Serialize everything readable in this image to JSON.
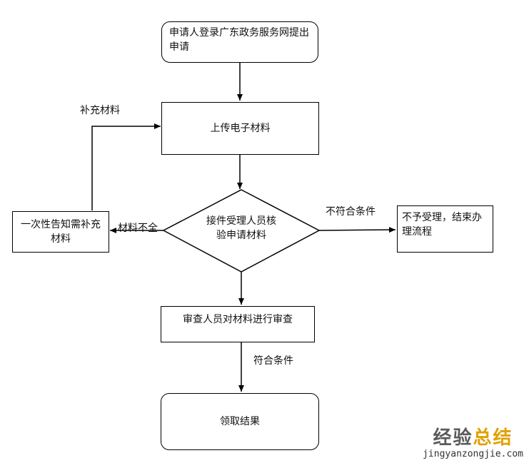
{
  "nodes": {
    "start": "申请人登录广东政务服务网提出申请",
    "upload": "上传电子材料",
    "decision": "接件受理人员核验申请材料",
    "notify": "一次性告知需补充材料",
    "reject": "不予受理，结束办理流程",
    "review": "审查人员对材料进行审查",
    "end": "领取结果"
  },
  "edges": {
    "supplement": "补充材料",
    "incomplete": "材料不全",
    "not_eligible": "不符合条件",
    "eligible": "符合条件"
  },
  "watermark": {
    "title_part1": "经验",
    "title_part2": "总结",
    "url": "jingyanzongjie.com"
  }
}
